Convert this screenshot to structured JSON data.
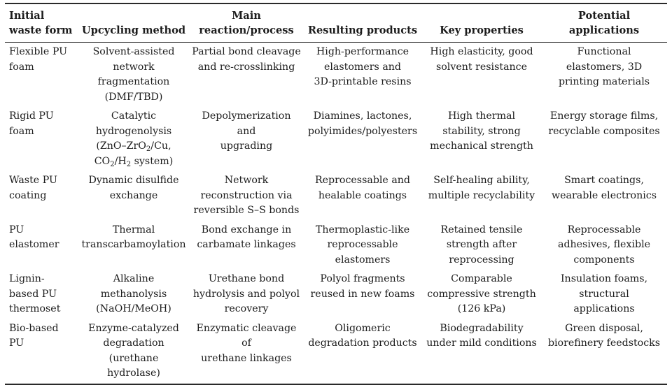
{
  "table": {
    "headers": [
      [
        "Initial",
        "waste form"
      ],
      [
        "Upcycling method"
      ],
      [
        "Main",
        "reaction/process"
      ],
      [
        "Resulting products"
      ],
      [
        "Key properties"
      ],
      [
        "Potential",
        "applications"
      ]
    ],
    "rows": [
      [
        [
          "Flexible PU",
          "foam"
        ],
        [
          "Solvent-assisted",
          "network",
          "fragmentation",
          "(DMF/TBD)"
        ],
        [
          "Partial bond cleavage",
          "and re-crosslinking"
        ],
        [
          "High-performance",
          "elastomers and",
          "3D-printable resins"
        ],
        [
          "High elasticity, good",
          "solvent resistance"
        ],
        [
          "Functional",
          "elastomers, 3D",
          "printing materials"
        ]
      ],
      [
        [
          "Rigid PU",
          "foam"
        ],
        [
          "Catalytic",
          "hydrogenolysis"
        ],
        [
          "Depolymerization and",
          "upgrading"
        ],
        [
          "Diamines, lactones,",
          "polyimides/polyesters"
        ],
        [
          "High thermal",
          "stability, strong",
          "mechanical strength"
        ],
        [
          "Energy storage films,",
          "recyclable composites"
        ]
      ],
      [
        [
          "Waste PU",
          "coating"
        ],
        [
          "Dynamic disulfide",
          "exchange"
        ],
        [
          "Network",
          "reconstruction via",
          "reversible S–S bonds"
        ],
        [
          "Reprocessable and",
          "healable coatings"
        ],
        [
          "Self-healing ability,",
          "multiple recyclability"
        ],
        [
          "Smart coatings,",
          "wearable electronics"
        ]
      ],
      [
        [
          "PU",
          "elastomer"
        ],
        [
          "Thermal",
          "transcarbamoylation"
        ],
        [
          "Bond exchange in",
          "carbamate linkages"
        ],
        [
          "Thermoplastic-like",
          "reprocessable",
          "elastomers"
        ],
        [
          "Retained tensile",
          "strength after",
          "reprocessing"
        ],
        [
          "Reprocessable",
          "adhesives, flexible",
          "components"
        ]
      ],
      [
        [
          "Lignin-",
          "based PU",
          "thermoset"
        ],
        [
          "Alkaline",
          "methanolysis",
          "(NaOH/MeOH)"
        ],
        [
          "Urethane bond",
          "hydrolysis and polyol",
          "recovery"
        ],
        [
          "Polyol fragments",
          "reused in new foams"
        ],
        [
          "Comparable",
          "compressive strength",
          "(126 kPa)"
        ],
        [
          "Insulation foams,",
          "structural",
          "applications"
        ]
      ],
      [
        [
          "Bio-based",
          "PU"
        ],
        [
          "Enzyme-catalyzed",
          "degradation (urethane",
          "hydrolase)"
        ],
        [
          "Enzymatic cleavage of",
          "urethane linkages"
        ],
        [
          "Oligomeric",
          "degradation products"
        ],
        [
          "Biodegradability",
          "under mild conditions"
        ],
        [
          "Green disposal,",
          "biorefinery feedstocks"
        ]
      ]
    ],
    "formula": {
      "line1": {
        "a": "(ZnO–ZrO",
        "sub1": "2",
        "b": "/Cu,"
      },
      "line2": {
        "a": "CO",
        "sub1": "2",
        "b": "/H",
        "sub2": "2",
        "c": " system)"
      }
    }
  }
}
